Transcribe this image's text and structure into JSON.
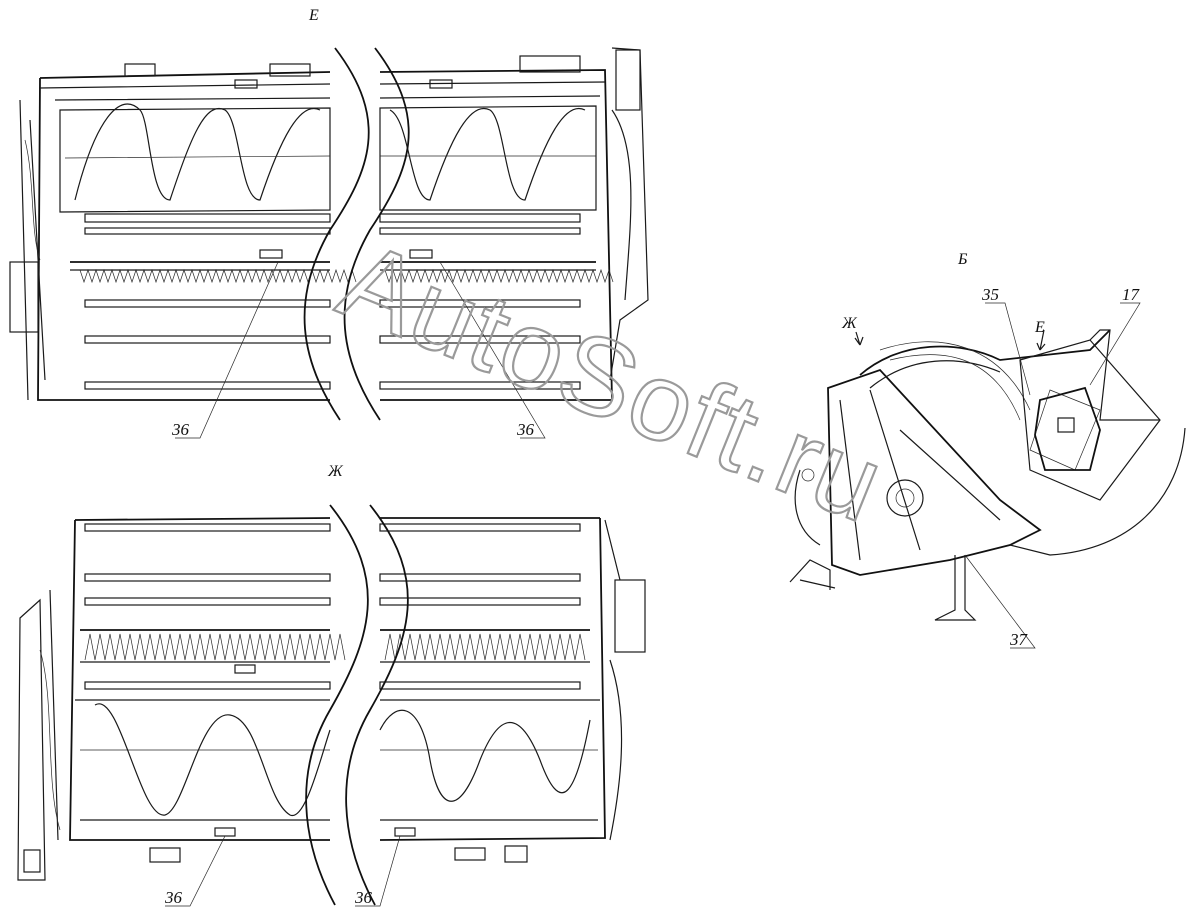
{
  "views": {
    "top": "Е",
    "bottom": "Ж",
    "side": "Б",
    "side_mark_zh": "Ж",
    "side_mark_e": "Е"
  },
  "callouts": {
    "top_left": "36",
    "top_right": "36",
    "bottom_left": "36",
    "bottom_right": "36",
    "side_35": "35",
    "side_17": "17",
    "side_37": "37"
  },
  "watermark": "AutoSoft.ru",
  "colors": {
    "line": "#1a1a1a",
    "watermark": "#9a9a9a",
    "background": "#ffffff"
  }
}
